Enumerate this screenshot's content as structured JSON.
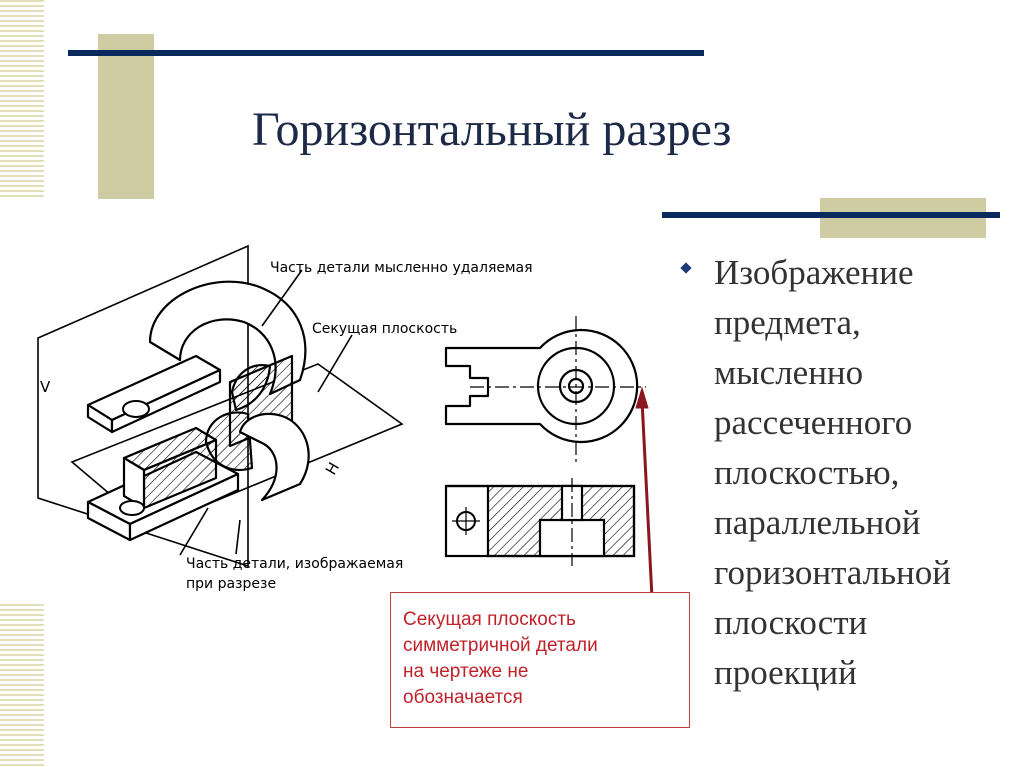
{
  "slide": {
    "title": "Горизонтальный разрез",
    "bullet": "Изображение предмета, мысленно рассеченного плоскостью, параллельной горизонтальной плоскости проекций",
    "note": "Секущая плоскость\nсимметричной детали\nна чертеже  не\nобозначается"
  },
  "drawing": {
    "label_removed_part": "Часть детали мысленно удаляемая",
    "label_cutting_plane": "Секущая  плоскость",
    "label_shown_part_line1": "Часть детали, изображаемая",
    "label_shown_part_line2": "при разрезе",
    "plane_v": "V",
    "plane_h": "H"
  },
  "colors": {
    "title": "#1c2a48",
    "accent_navy": "#0a2a5e",
    "accent_olive": "#cfcca4",
    "note_red": "#c0222a"
  }
}
